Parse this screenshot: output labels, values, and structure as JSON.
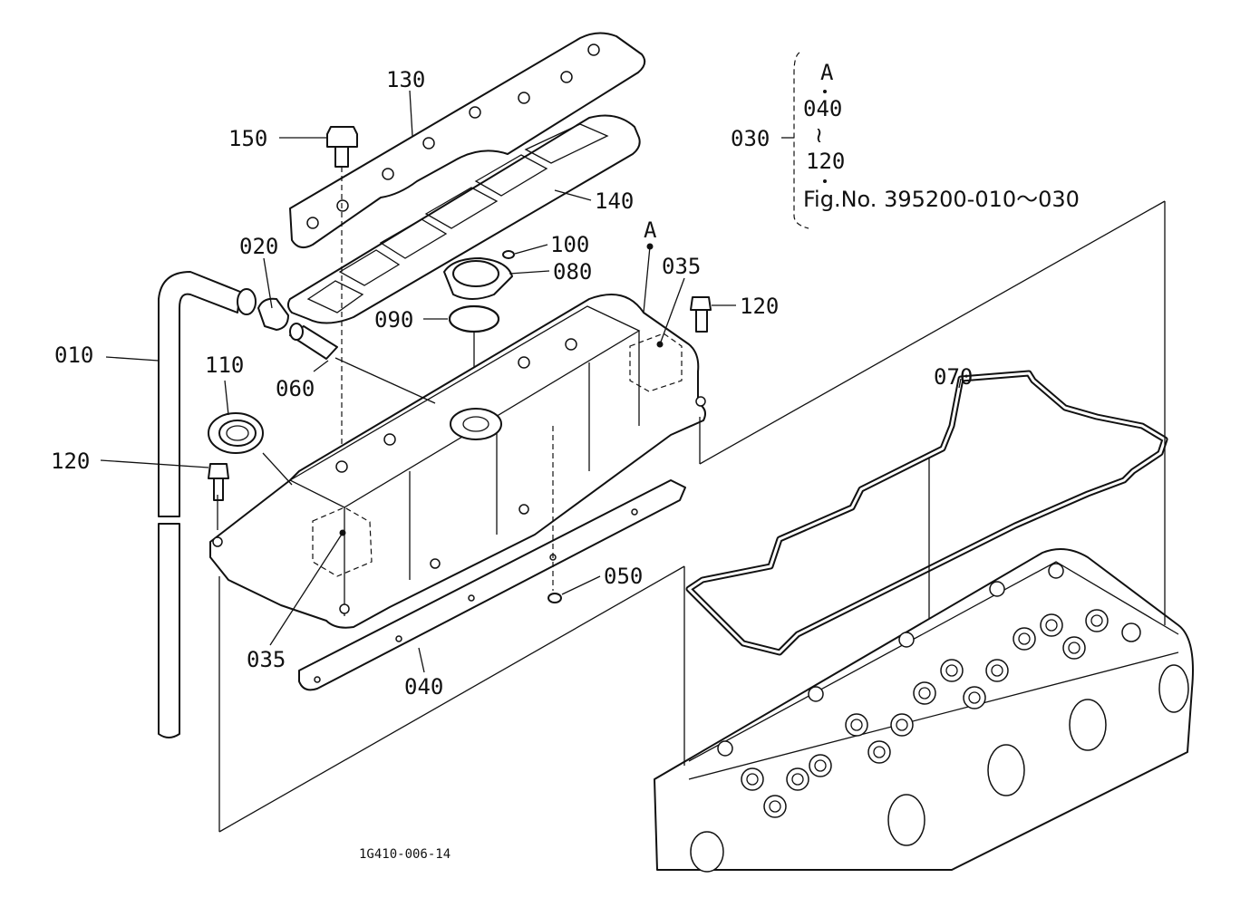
{
  "labels": {
    "p130": "130",
    "p150": "150",
    "p140": "140",
    "p020": "020",
    "p100": "100",
    "p080": "080",
    "pA": "A",
    "p035_top": "035",
    "p120_right": "120",
    "p090": "090",
    "p010": "010",
    "p110": "110",
    "p060": "060",
    "p070": "070",
    "p120_left": "120",
    "p050": "050",
    "p035_bottom": "035",
    "p040": "040"
  },
  "legend": {
    "parent": "030",
    "ref": "A",
    "from": "040",
    "tilde": "≀",
    "to": "120",
    "figure": "Fig.No. 395200-010～030"
  },
  "drawing_code": "1G410-006-14"
}
